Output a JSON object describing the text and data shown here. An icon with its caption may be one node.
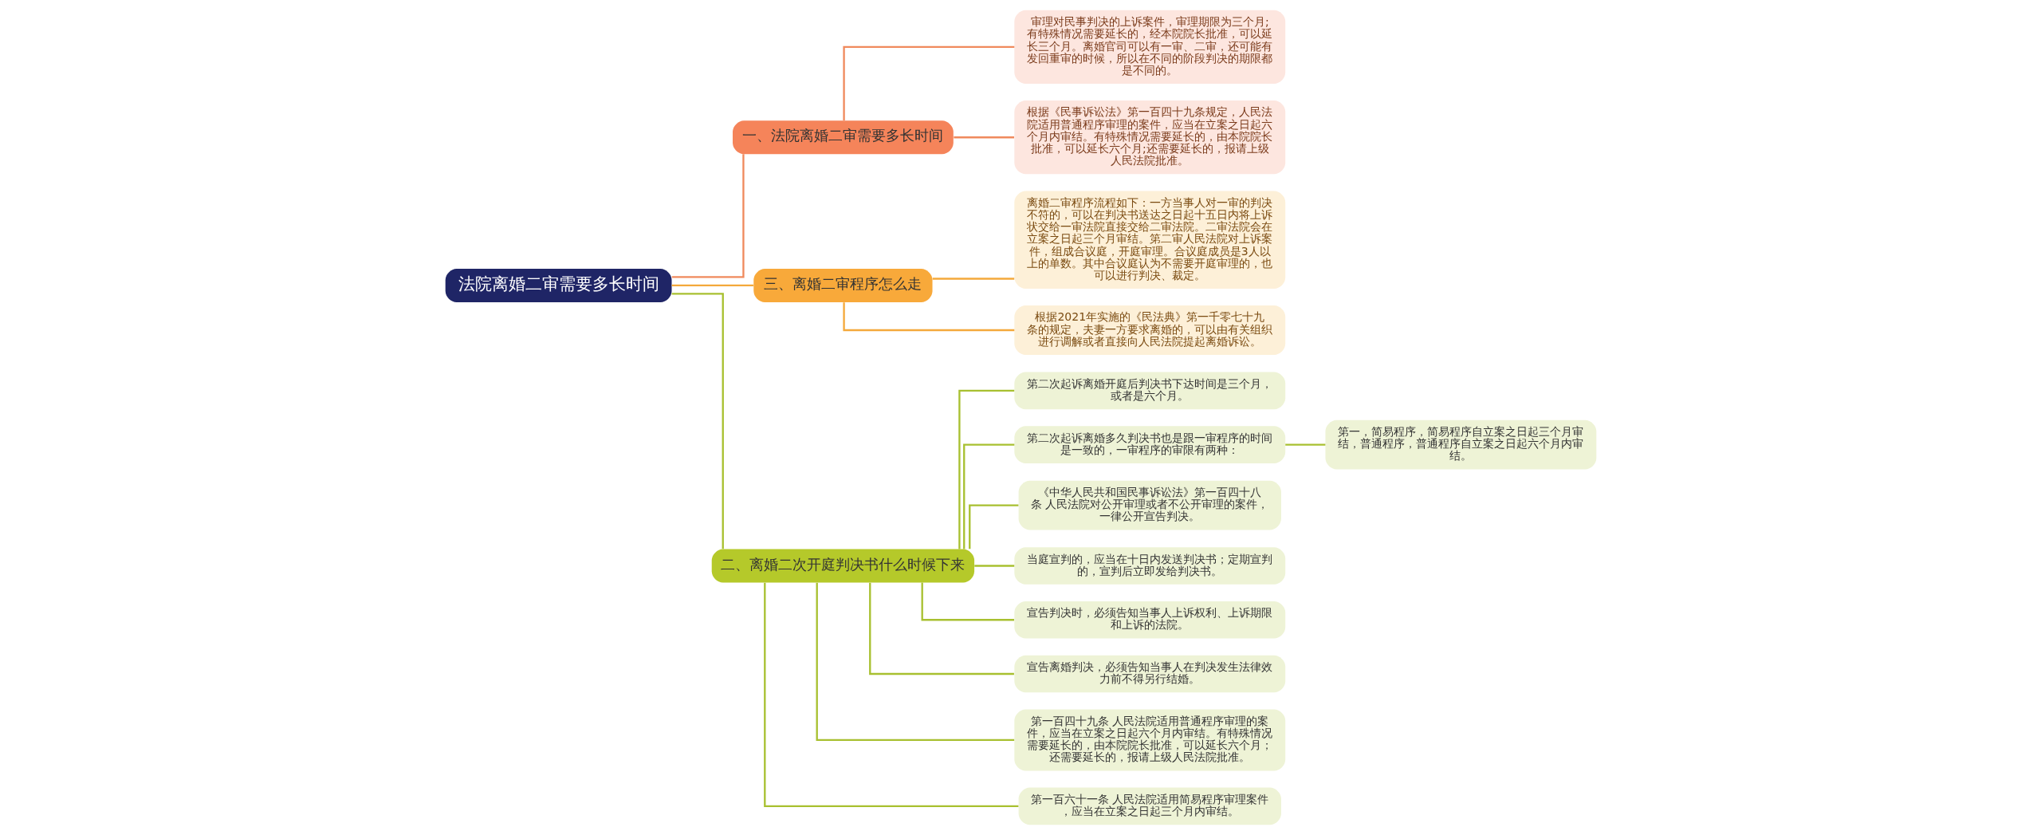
{
  "diagram": {
    "nodes": [
      {
        "text": [
          "法院离婚二审需要多长时间"
        ]
      },
      {
        "text": [
          "一、法院离婚二审需要多长时间"
        ]
      },
      {
        "text": [
          "审理对民事判决的上诉案件，审理期限为三个月;有特殊情况需要延长的，经本院院长批准，可以延长三个月。离婚官司可以有一审、二审，还可能有发回重审的时候，所以在不同的阶段判决的期限都是不同的。"
        ]
      },
      {
        "text": [
          "根据《民事诉讼法》第一百四十九条规定，人民法院适用普通程序审理的案件，应当在立案之日起六个月内审结。有特殊情况需要延长的，由本院院长批准，可以延长六个月;还需要延长的，报请上级人民法院批准。"
        ]
      },
      {
        "text": [
          "三、离婚二审程序怎么走"
        ]
      },
      {
        "text": [
          "离婚二审程序流程如下：一方当事人对一审的判决不符的，可以在判决书送达之日起十五日内将上诉状交给一审法院直接交给二审法院。二审法院会在立案之日起三个月审结。第二审人民法院对上诉案件，组成合议庭，开庭审理。合议庭成员是3人以上的单数。其中合议庭认为不需要开庭审理的，也可以进行判决、裁定。"
        ]
      },
      {
        "text": [
          "根据2021年实施的《民法典》第一千零七十九条的规定，夫妻一方要求离婚的，可以由有关组织进行调解或者直接向人民法院提起离婚诉讼。"
        ]
      },
      {
        "text": [
          "二、离婚二次开庭判决书什么时候下来"
        ]
      },
      {
        "text": [
          "第二次起诉离婚开庭后判决书下达时间是三个月，或者是六个月。"
        ]
      },
      {
        "text": [
          "第二次起诉离婚多久判决书也是跟一审程序的时间是一致的，一审程序的审限有两种："
        ]
      },
      {
        "text": [
          "《中华人民共和国民事诉讼法》第一百四十八条 人民法院对公开审理或者不公开审理的案件，一律公开宣告判决。"
        ]
      },
      {
        "text": [
          "当庭宣判的，应当在十日内发送判决书；定期宣判的，宣判后立即发给判决书。"
        ]
      },
      {
        "text": [
          "宣告判决时，必须告知当事人上诉权利、上诉期限和上诉的法院。"
        ]
      },
      {
        "text": [
          "宣告离婚判决，必须告知当事人在判决发生法律效力前不得另行结婚。"
        ]
      },
      {
        "text": [
          "第一百四十九条 人民法院适用普通程序审理的案件，应当在立案之日起六个月内审结。有特殊情况需要延长的，由本院院长批准，可以延长六个月；还需要延长的，报请上级人民法院批准。"
        ]
      },
      {
        "text": [
          "第一百六十一条 人民法院适用简易程序审理案件，应当在立案之日起三个月内审结。"
        ]
      },
      {
        "text": [
          "第一，简易程序，简易程序自立案之日起三个月审结，普通程序，普通程序自立案之日起六个月内审结。"
        ]
      }
    ],
    "edges": [
      {
        "from": 0,
        "to": 1,
        "arrow": "none",
        "color": "#f08a5d"
      },
      {
        "from": 1,
        "to": 2,
        "arrow": "none",
        "color": "#f08a5d"
      },
      {
        "from": 1,
        "to": 3,
        "arrow": "none",
        "color": "#f08a5d"
      },
      {
        "from": 0,
        "to": 4,
        "arrow": "none",
        "color": "#f4a93b"
      },
      {
        "from": 4,
        "to": 5,
        "arrow": "none",
        "color": "#f4a93b"
      },
      {
        "from": 4,
        "to": 6,
        "arrow": "none",
        "color": "#f4a93b"
      },
      {
        "from": 0,
        "to": 7,
        "arrow": "none"
      },
      {
        "from": 7,
        "to": 8,
        "arrow": "none"
      },
      {
        "from": 7,
        "to": 9,
        "arrow": "none"
      },
      {
        "from": 7,
        "to": 10,
        "arrow": "none"
      },
      {
        "from": 7,
        "to": 11,
        "arrow": "none"
      },
      {
        "from": 7,
        "to": 12,
        "arrow": "none"
      },
      {
        "from": 7,
        "to": 13,
        "arrow": "none"
      },
      {
        "from": 7,
        "to": 14,
        "arrow": "none"
      },
      {
        "from": 7,
        "to": 15,
        "arrow": "none"
      },
      {
        "from": 9,
        "to": 16,
        "arrow": "none"
      }
    ]
  }
}
